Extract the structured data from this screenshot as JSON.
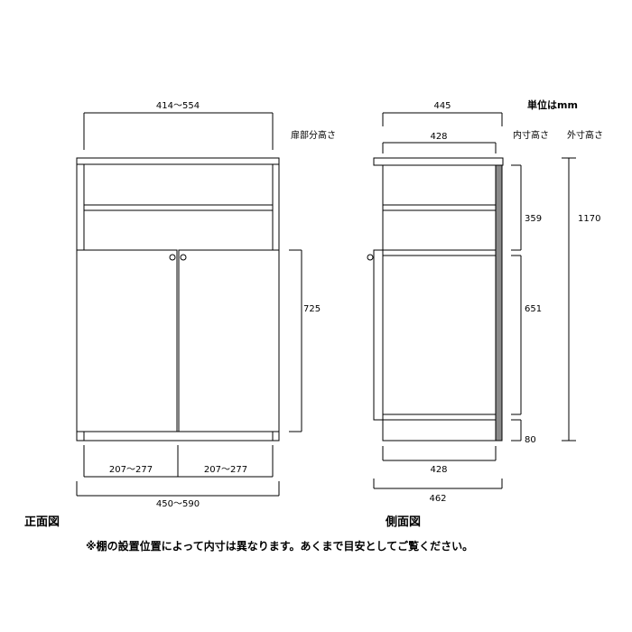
{
  "unit_label": "単位はmm",
  "front_view": {
    "title": "正面図",
    "top_width": "414～554",
    "door_height_header": "扉部分高さ",
    "door_height": "725",
    "door_left_width": "207～277",
    "door_right_width": "207～277",
    "overall_width": "450～590"
  },
  "side_view": {
    "title": "側面図",
    "top_depth": "445",
    "inner_top_depth": "428",
    "inner_height_header": "内寸高さ",
    "outer_height_header": "外寸高さ",
    "upper_inner_height": "359",
    "lower_inner_height": "651",
    "base_height": "80",
    "outer_height": "1170",
    "bottom_inner_depth": "428",
    "overall_depth": "462"
  },
  "footnote": "※棚の設置位置によって内寸は異なります。あくまで目安としてご覧ください。"
}
